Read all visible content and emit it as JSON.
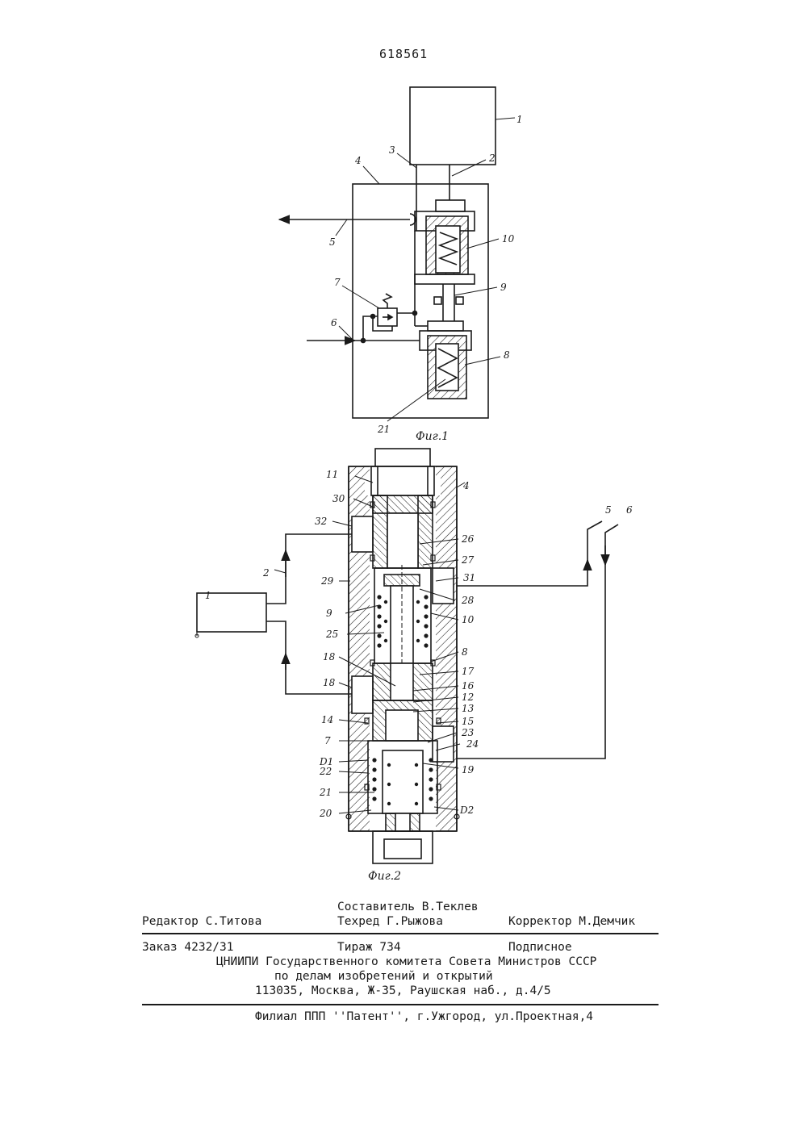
{
  "patent_number": "618561",
  "fig1": {
    "caption": "Фиг.1",
    "labels": [
      "1",
      "2",
      "3",
      "4",
      "5",
      "6",
      "7",
      "8",
      "9",
      "10",
      "21"
    ]
  },
  "fig2": {
    "caption": "Фиг.2",
    "labels": [
      "1",
      "2",
      "4",
      "5",
      "6",
      "7",
      "8",
      "9",
      "10",
      "11",
      "12",
      "13",
      "14",
      "15",
      "16",
      "17",
      "18",
      "18",
      "19",
      "20",
      "21",
      "22",
      "23",
      "24",
      "25",
      "26",
      "27",
      "28",
      "29",
      "30",
      "31",
      "32",
      "D1",
      "D2"
    ]
  },
  "imprint": {
    "compiler": "Составитель В.Теклев",
    "editor": "Редактор С.Титова",
    "techred": "Техред Г.Рыжова",
    "corrector": "Корректор М.Демчик",
    "order": "Заказ 4232/31",
    "circulation": "Тираж 734",
    "subscription": "Подписное",
    "org1": "ЦНИИПИ Государственного комитета Совета Министров СССР",
    "org2": "по делам изобретений и открытий",
    "address": "113035, Москва, Ж-35, Раушская наб., д.4/5",
    "branch": "Филиал ППП ''Патент'', г.Ужгород, ул.Проектная,4"
  }
}
